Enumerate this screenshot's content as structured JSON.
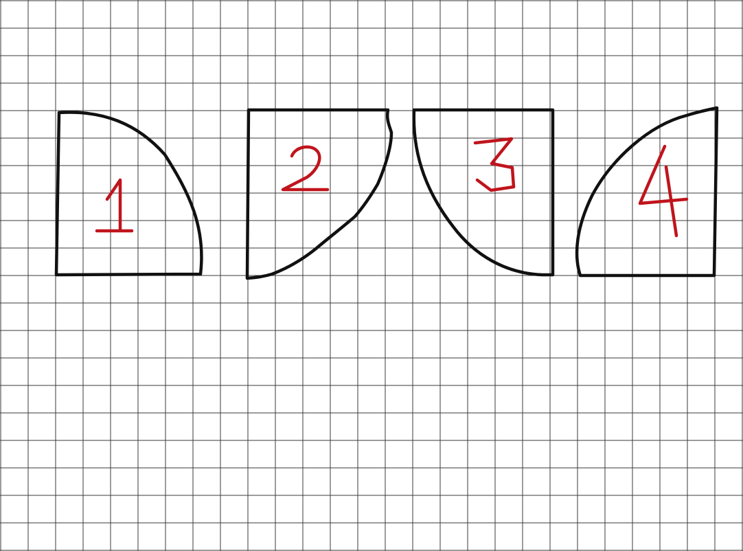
{
  "colors": {
    "paper": "#ffffff",
    "grid": "#3a3a3a",
    "outline": "#111111",
    "label": "#c0141c"
  },
  "grid": {
    "cell_size_px": 40
  },
  "shapes": [
    {
      "id": "shape-1",
      "label": "1"
    },
    {
      "id": "shape-2",
      "label": "2"
    },
    {
      "id": "shape-3",
      "label": "3"
    },
    {
      "id": "shape-4",
      "label": "4"
    }
  ]
}
